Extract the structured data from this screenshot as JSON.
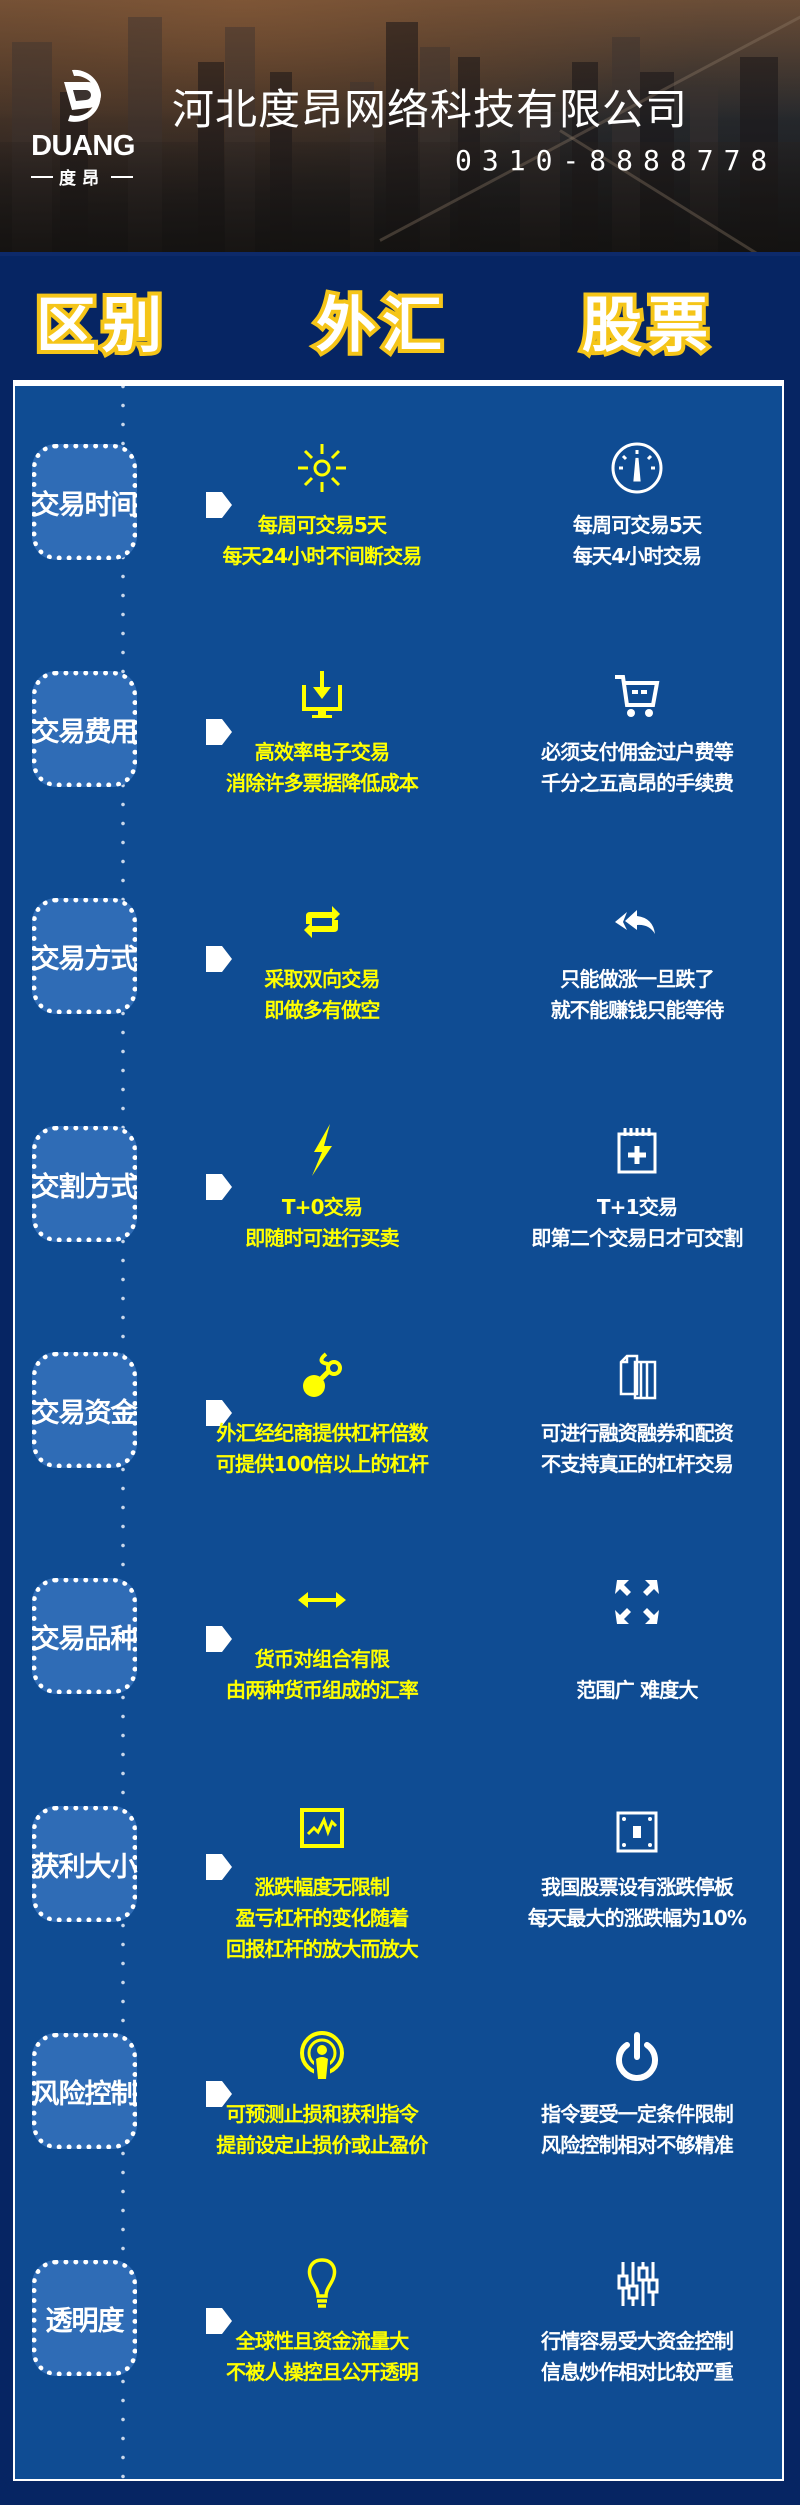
{
  "header": {
    "logo_word": "DUANG",
    "logo_sub": "度昂",
    "company_name": "河北度昂网络科技有限公司",
    "phone": "0310-8888778"
  },
  "columns": {
    "category": "区别",
    "forex": "外汇",
    "stocks": "股票"
  },
  "colors": {
    "page_bg": "#062563",
    "panel_bg": "#0f4c93",
    "category_box": "#2f6cb6",
    "forex_text": "#ffff00",
    "stock_text": "#ffffff",
    "header_stroke": "#f5c518"
  },
  "rows": [
    {
      "category": "交易时间",
      "forex": {
        "icon": "sun-icon",
        "lines": [
          "每周可交易5天",
          "每天24小时不间断交易"
        ]
      },
      "stocks": {
        "icon": "gauge-icon",
        "lines": [
          "每周可交易5天",
          "每天4小时交易"
        ]
      }
    },
    {
      "category": "交易费用",
      "forex": {
        "icon": "download-monitor-icon",
        "lines": [
          "高效率电子交易",
          "消除许多票据降低成本"
        ]
      },
      "stocks": {
        "icon": "shopping-cart-icon",
        "lines": [
          "必须支付佣金过户费等",
          "千分之五高昂的手续费"
        ]
      }
    },
    {
      "category": "交易方式",
      "forex": {
        "icon": "two-way-arrows-icon",
        "lines": [
          "采取双向交易",
          "即做多有做空"
        ]
      },
      "stocks": {
        "icon": "reply-all-icon",
        "lines": [
          "只能做涨一旦跌了",
          "就不能赚钱只能等待"
        ]
      }
    },
    {
      "category": "交割方式",
      "forex": {
        "icon": "lightning-icon",
        "lines": [
          "T+0交易",
          "即随时可进行买卖"
        ]
      },
      "stocks": {
        "icon": "calendar-plus-icon",
        "lines": [
          "T+1交易",
          "即第二个交易日才可交割"
        ]
      }
    },
    {
      "category": "交易资金",
      "forex": {
        "icon": "kettlebell-link-icon",
        "lines": [
          "外汇经纪商提供杠杆倍数",
          "可提供100倍以上的杠杆"
        ]
      },
      "stocks": {
        "icon": "documents-icon",
        "lines": [
          "可进行融资融券和配资",
          "不支持真正的杠杆交易"
        ]
      }
    },
    {
      "category": "交易品种",
      "forex": {
        "icon": "horizontal-arrows-icon",
        "lines": [
          "货币对组合有限",
          "由两种货币组成的汇率"
        ]
      },
      "stocks": {
        "icon": "expand-arrows-icon",
        "lines": [
          "",
          "范围广  难度大"
        ]
      }
    },
    {
      "category": "获利大小",
      "forex": {
        "icon": "pulse-chart-icon",
        "lines": [
          "涨跌幅度无限制",
          "盈亏杠杆的变化随着",
          "回报杠杆的放大而放大"
        ]
      },
      "stocks": {
        "icon": "framed-square-icon",
        "lines": [
          "我国股票设有涨跌停板",
          "每天最大的涨跌幅为10%"
        ]
      }
    },
    {
      "category": "风险控制",
      "forex": {
        "icon": "broadcast-person-icon",
        "lines": [
          "可预测止损和获利指令",
          "提前设定止损价或止盈价"
        ]
      },
      "stocks": {
        "icon": "power-icon",
        "lines": [
          "指令要受一定条件限制",
          "风险控制相对不够精准"
        ]
      }
    },
    {
      "category": "透明度",
      "forex": {
        "icon": "lightbulb-icon",
        "lines": [
          "全球性且资金流量大",
          "不被人操控且公开透明"
        ]
      },
      "stocks": {
        "icon": "candlestick-icon",
        "lines": [
          "行情容易受大资金控制",
          "信息炒作相对比较严重"
        ]
      }
    }
  ]
}
